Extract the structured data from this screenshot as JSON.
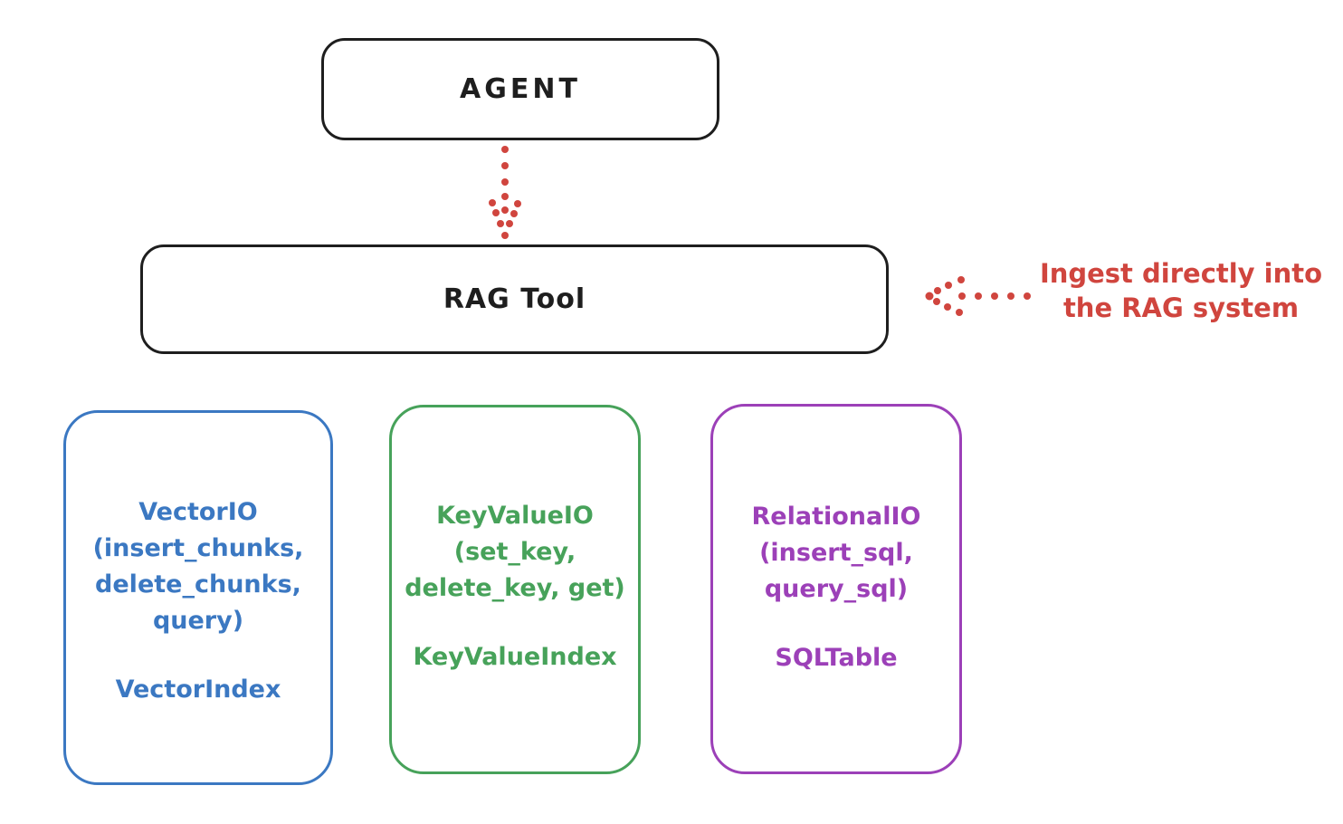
{
  "colors": {
    "ink": "#1e1e1e",
    "red": "#d0453e",
    "blue": "#3b78c2",
    "green": "#47a25a",
    "purple": "#9c40b8",
    "background": "#ffffff"
  },
  "diagram": {
    "agent": {
      "label": "AGENT"
    },
    "rag_tool": {
      "label": "RAG Tool"
    },
    "annotation": {
      "line1": "Ingest directly into",
      "line2": "the RAG system"
    },
    "arrows": [
      {
        "name": "agent-to-rag-tool",
        "style": "dotted",
        "direction": "down",
        "color": "red"
      },
      {
        "name": "annotation-to-rag-tool",
        "style": "dotted",
        "direction": "left",
        "color": "red"
      }
    ],
    "storage_boxes": [
      {
        "name": "vector-io",
        "color": "blue",
        "lines": [
          "VectorIO",
          "(insert_chunks,",
          "delete_chunks,",
          "query)"
        ],
        "index_label": "VectorIndex"
      },
      {
        "name": "key-value-io",
        "color": "green",
        "lines": [
          "KeyValueIO",
          "(set_key,",
          "delete_key, get)"
        ],
        "index_label": "KeyValueIndex"
      },
      {
        "name": "relational-io",
        "color": "purple",
        "lines": [
          "RelationalIO",
          "(insert_sql,",
          "query_sql)"
        ],
        "index_label": "SQLTable"
      }
    ]
  }
}
